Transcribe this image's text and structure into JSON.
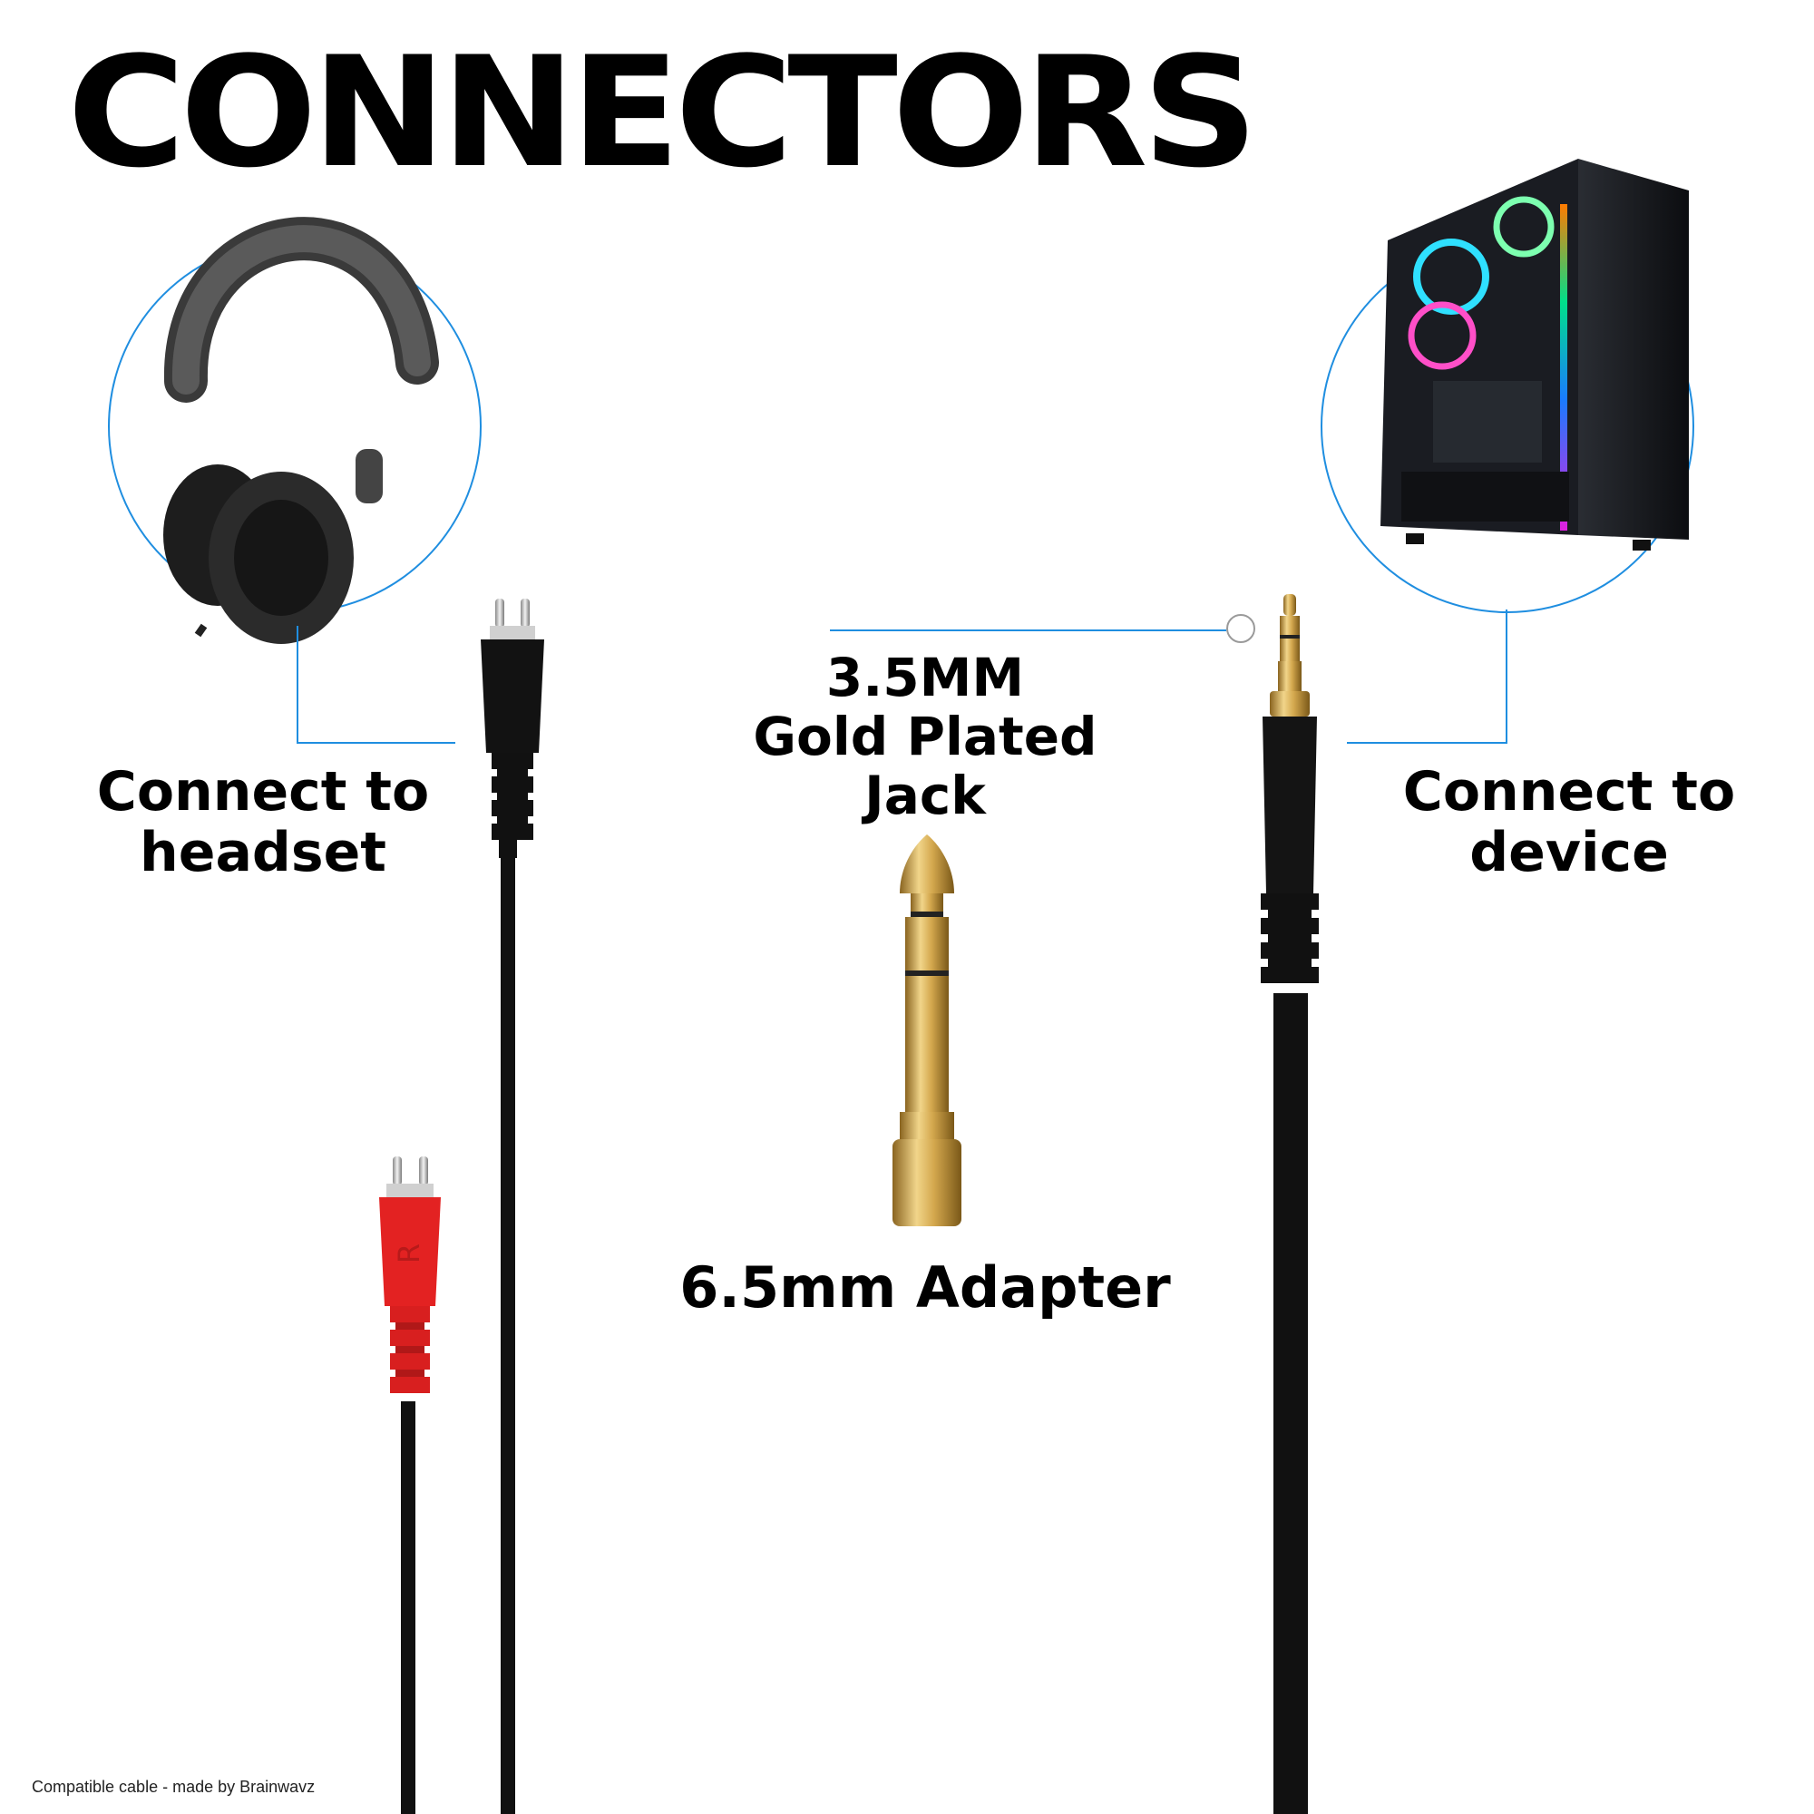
{
  "title": "CONNECTORS",
  "labels": {
    "headset_line1": "Connect to",
    "headset_line2": "headset",
    "device_line1": "Connect to",
    "device_line2": "device",
    "jack_line1": "3.5MM",
    "jack_line2": "Gold Plated",
    "jack_line3": "Jack",
    "adapter": "6.5mm Adapter"
  },
  "footnote": "Compatible cable - made by Brainwavz",
  "colors": {
    "accent_line": "#1f8ee0",
    "cable": "#111111",
    "plug_red": "#e32222",
    "gold": "#c99a3c"
  }
}
